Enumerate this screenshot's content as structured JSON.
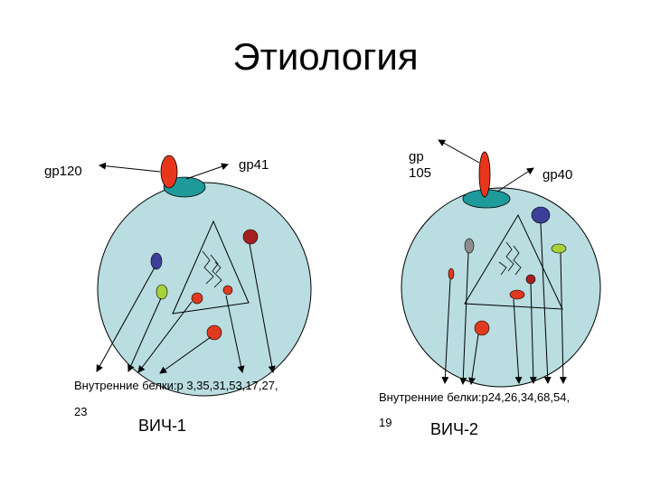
{
  "title": "Этиология",
  "hiv1": {
    "label_gp120": "gp120",
    "label_gp41": "gp41",
    "proteins_line1": "Внутренние белки:р 3,35,31,53,17,27,",
    "proteins_line2": "23",
    "virus_name": "ВИЧ-1"
  },
  "hiv2": {
    "label_gp105_line1": "gp",
    "label_gp105_line2": "105",
    "label_gp40": "gp40",
    "proteins_line1": "Внутренние белки:р24,26,34,68,54,",
    "proteins_line2": "19",
    "virus_name": "ВИЧ-2"
  },
  "colors": {
    "virion": "#b9dde0",
    "env_base": "#1f9a9a",
    "env_head": "#e8361d",
    "protein_blue": "#3b3f9a",
    "protein_green": "#a6d13a",
    "protein_darkred": "#a52020",
    "protein_red": "#e0391f",
    "protein_grey": "#8c8c8c"
  }
}
